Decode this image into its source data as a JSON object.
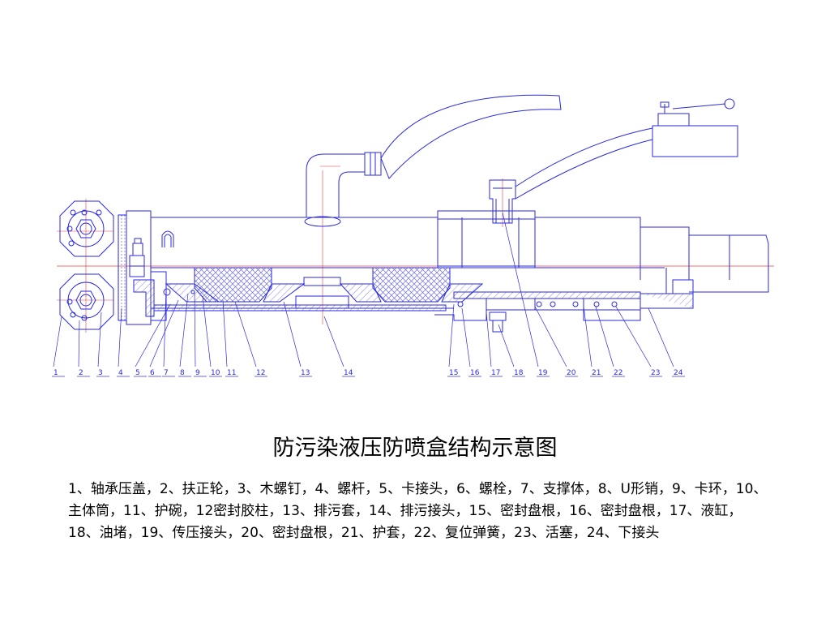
{
  "title": "防污染液压防喷盒结构示意图",
  "legend_text": "1、轴承压盖，2、扶正轮，3、木螺钉，4、螺杆，5、卡接头，6、螺栓，7、支撑体，8、U形销，9、卡环，10、主体筒，11、护碗，12密封胶柱，13、排污套，14、排污接头，15、密封盘根，16、密封盘根，17、液缸，18、油堵，19、传压接头，20、密封盘根，21、护套，22、复位弹簧，23、活塞，24、下接头",
  "callout_numbers": [
    "1",
    "2",
    "3",
    "4",
    "5",
    "6",
    "7",
    "8",
    "9",
    "10",
    "11",
    "12",
    "13",
    "14",
    "15",
    "16",
    "17",
    "18",
    "19",
    "20",
    "21",
    "22",
    "23",
    "24"
  ],
  "colors": {
    "line": "#2a2adf",
    "centerline": "#e0413c",
    "hatch": "#6a6ae8"
  }
}
